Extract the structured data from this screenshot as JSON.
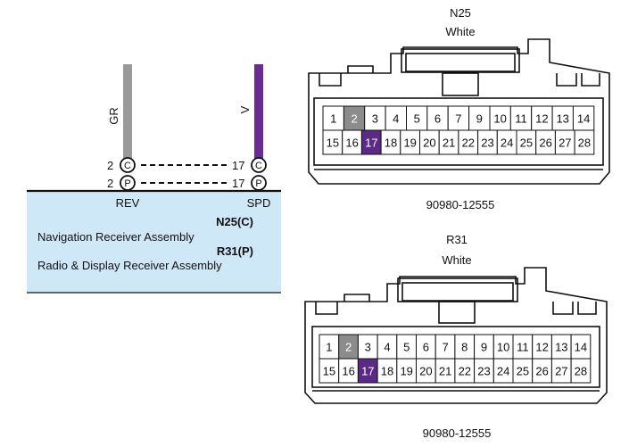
{
  "left_panel": {
    "wires": [
      {
        "color_code": "GR",
        "color": "#9a9a9a"
      },
      {
        "color_code": "V",
        "color": "#6a2c91"
      }
    ],
    "terminals": [
      {
        "left_pin": "2",
        "letter": "C",
        "right_pin": "17"
      },
      {
        "left_pin": "2",
        "letter": "P",
        "right_pin": "17"
      }
    ],
    "signal_left": "REV",
    "signal_right": "SPD",
    "box_color": "#cfe8f7",
    "lines": [
      {
        "connector": "N25(C)",
        "name": "Navigation Receiver Assembly"
      },
      {
        "connector": "R31(P)",
        "name": "Radio & Display Receiver Assembly"
      }
    ]
  },
  "connectors": [
    {
      "id": "N25",
      "color_name": "White",
      "part_number": "90980-12555",
      "rows": [
        [
          "1",
          "2",
          "3",
          "4",
          "5",
          "6",
          "7",
          "9",
          "10",
          "11",
          "12",
          "13",
          "14"
        ],
        [
          "15",
          "16",
          "17",
          "18",
          "19",
          "20",
          "21",
          "22",
          "23",
          "24",
          "25",
          "26",
          "27",
          "28"
        ]
      ],
      "highlight_gray": [
        "2"
      ],
      "highlight_purple": [
        "17"
      ]
    },
    {
      "id": "R31",
      "color_name": "White",
      "part_number": "90980-12555",
      "rows": [
        [
          "1",
          "2",
          "3",
          "4",
          "5",
          "6",
          "7",
          "8",
          "9",
          "10",
          "11",
          "12",
          "13",
          "14"
        ],
        [
          "15",
          "16",
          "17",
          "18",
          "19",
          "20",
          "21",
          "22",
          "23",
          "24",
          "25",
          "26",
          "27",
          "28"
        ]
      ],
      "highlight_gray": [
        "2"
      ],
      "highlight_purple": [
        "17"
      ]
    }
  ],
  "colors": {
    "gray_pin": "#8c8c8c",
    "purple_pin": "#5b2a86"
  }
}
